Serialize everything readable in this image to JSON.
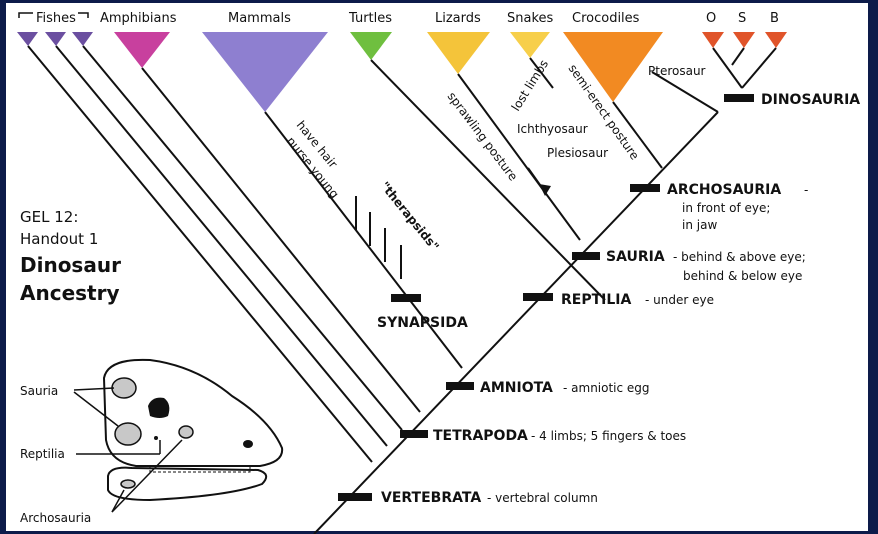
{
  "taxa": {
    "fishes": "Fishes",
    "amphibians": "Amphibians",
    "mammals": "Mammals",
    "turtles": "Turtles",
    "lizards": "Lizards",
    "snakes": "Snakes",
    "crocodiles": "Crocodiles",
    "o": "O",
    "s": "S",
    "b": "B"
  },
  "colors": {
    "fishes": "#6b4fa0",
    "amphibians": "#c8409e",
    "mammals": "#8e7fd0",
    "turtles": "#6fbf3f",
    "lizards": "#f4c43a",
    "snakes": "#f7cf4a",
    "crocodiles": "#f28a22",
    "dino": "#e0542a",
    "background": "#0d1b4a"
  },
  "handout": {
    "course": "GEL 12:",
    "number": "Handout 1",
    "title_line1": "Dinosaur",
    "title_line2": "Ancestry"
  },
  "nodes": {
    "vertebrata": {
      "name": "VERTEBRATA",
      "trait": "- vertebral column"
    },
    "tetrapoda": {
      "name": "TETRAPODA",
      "trait": "- 4 limbs; 5 fingers & toes"
    },
    "amniota": {
      "name": "AMNIOTA",
      "trait": "- amniotic egg"
    },
    "synapsida": {
      "name": "SYNAPSIDA"
    },
    "reptilia": {
      "name": "REPTILIA",
      "trait": "- under eye"
    },
    "sauria": {
      "name": "SAURIA",
      "trait1": "- behind & above eye;",
      "trait2": "behind & below eye"
    },
    "archosauria": {
      "name": "ARCHOSAURIA",
      "trait1": "-",
      "trait2": "in front of eye;",
      "trait3": "in jaw"
    },
    "dinosauria": {
      "name": "DINOSAURIA"
    }
  },
  "branch_notes": {
    "mammals_1": "have hair",
    "mammals_2": "nurse young",
    "therapsids": "\"therapsids\"",
    "lizards": "sprawling posture",
    "snakes": "lost limbs",
    "crocodiles": "semi-erect posture",
    "ichthyosaur": "Ichthyosaur",
    "plesiosaur": "Plesiosaur",
    "pterosaur": "Pterosaur"
  },
  "skull": {
    "sauria": "Sauria",
    "reptilia": "Reptilia",
    "archosauria": "Archosauria"
  }
}
